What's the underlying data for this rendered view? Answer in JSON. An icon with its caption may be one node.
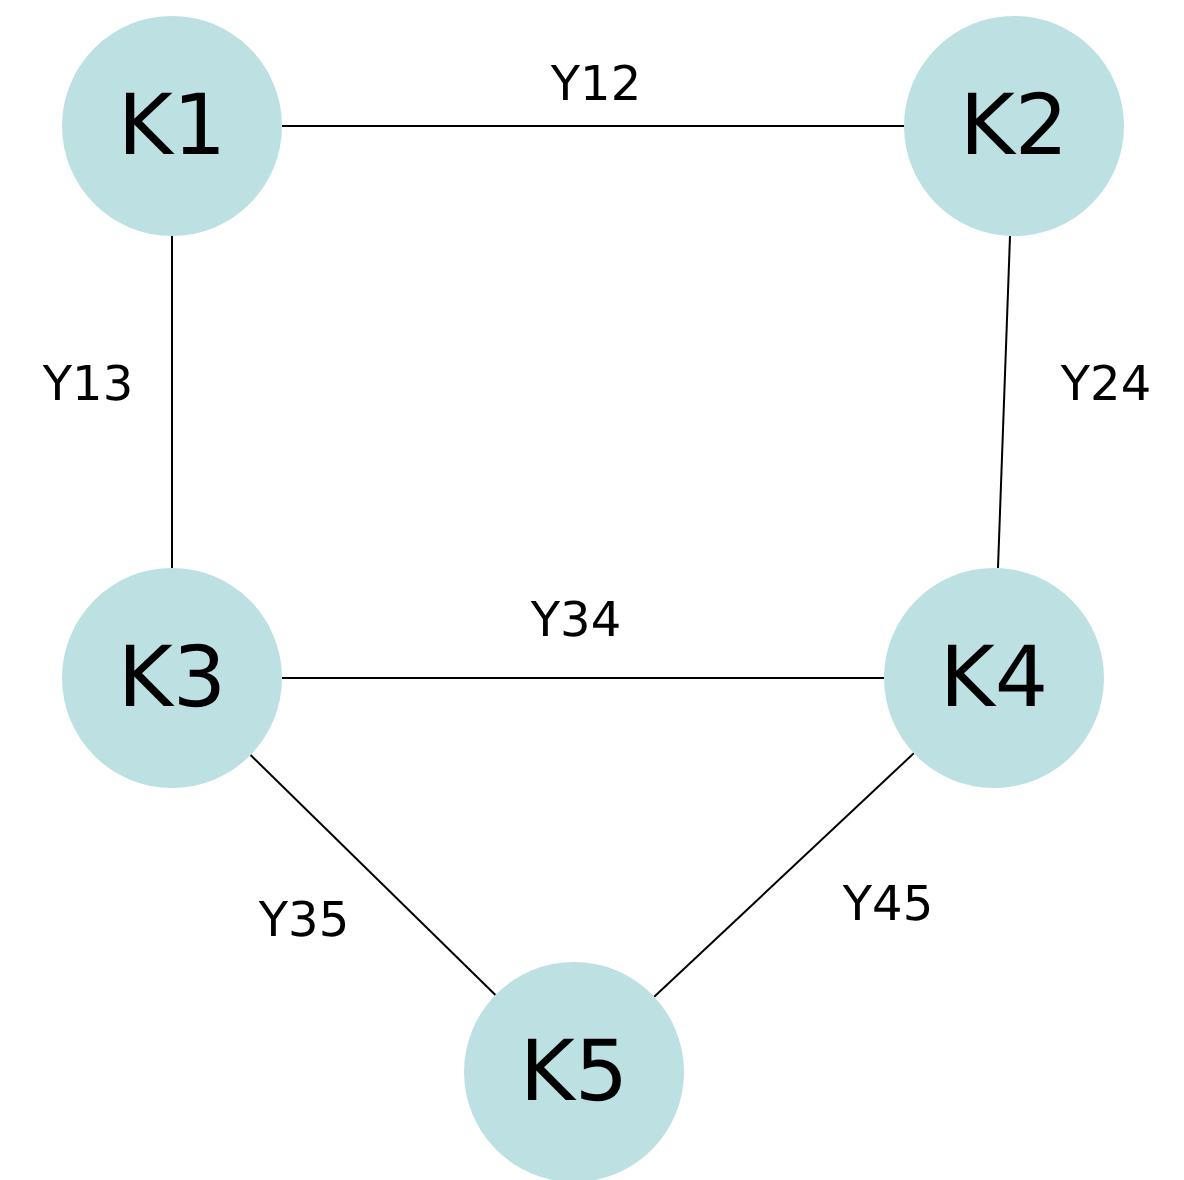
{
  "diagram": {
    "nodes": [
      {
        "text": [
          "K1"
        ]
      },
      {
        "text": [
          "K2"
        ]
      },
      {
        "text": [
          "K3"
        ]
      },
      {
        "text": [
          "K4"
        ]
      },
      {
        "text": [
          "K5"
        ]
      }
    ],
    "edges": [
      {
        "from": 0,
        "to": 1,
        "arrow": "none",
        "label": "Y12"
      },
      {
        "from": 0,
        "to": 2,
        "arrow": "none",
        "label": "Y13"
      },
      {
        "from": 1,
        "to": 3,
        "arrow": "none",
        "label": "Y24"
      },
      {
        "from": 2,
        "to": 3,
        "arrow": "none",
        "label": "Y34"
      },
      {
        "from": 2,
        "to": 4,
        "arrow": "none",
        "label": "Y35"
      },
      {
        "from": 3,
        "to": 4,
        "arrow": "none",
        "label": "Y45"
      }
    ]
  }
}
